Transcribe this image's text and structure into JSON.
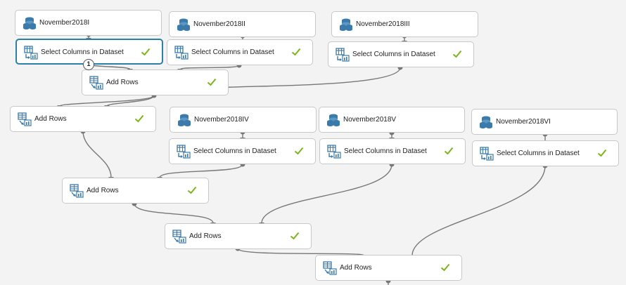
{
  "colors": {
    "check": "#7cb518",
    "icon": "#3b7bab",
    "wire": "#777777",
    "selected_border": "#2a7fab"
  },
  "nodes": {
    "nov1": {
      "label": "November2018I",
      "icon": "dataset-icon"
    },
    "nov2": {
      "label": "November2018II",
      "icon": "dataset-icon"
    },
    "nov3": {
      "label": "November2018III",
      "icon": "dataset-icon"
    },
    "sel1": {
      "label": "Select Columns in Dataset",
      "icon": "select-columns-icon",
      "status": "completed"
    },
    "sel2": {
      "label": "Select Columns in Dataset",
      "icon": "select-columns-icon",
      "status": "completed"
    },
    "sel3": {
      "label": "Select Columns in Dataset",
      "icon": "select-columns-icon",
      "status": "completed"
    },
    "add1": {
      "label": "Add Rows",
      "icon": "add-rows-icon",
      "status": "completed"
    },
    "add2": {
      "label": "Add Rows",
      "icon": "add-rows-icon",
      "status": "completed"
    },
    "nov4": {
      "label": "November2018IV",
      "icon": "dataset-icon"
    },
    "nov5": {
      "label": "November2018V",
      "icon": "dataset-icon"
    },
    "nov6": {
      "label": "November2018VI",
      "icon": "dataset-icon"
    },
    "sel4": {
      "label": "Select Columns in Dataset",
      "icon": "select-columns-icon",
      "status": "completed"
    },
    "sel5": {
      "label": "Select Columns in Dataset",
      "icon": "select-columns-icon",
      "status": "completed"
    },
    "sel6": {
      "label": "Select Columns in Dataset",
      "icon": "select-columns-icon",
      "status": "completed"
    },
    "add3": {
      "label": "Add Rows",
      "icon": "add-rows-icon",
      "status": "completed"
    },
    "add4": {
      "label": "Add Rows",
      "icon": "add-rows-icon",
      "status": "completed"
    },
    "add5": {
      "label": "Add Rows",
      "icon": "add-rows-icon",
      "status": "completed"
    }
  },
  "badge": {
    "label": "1"
  }
}
